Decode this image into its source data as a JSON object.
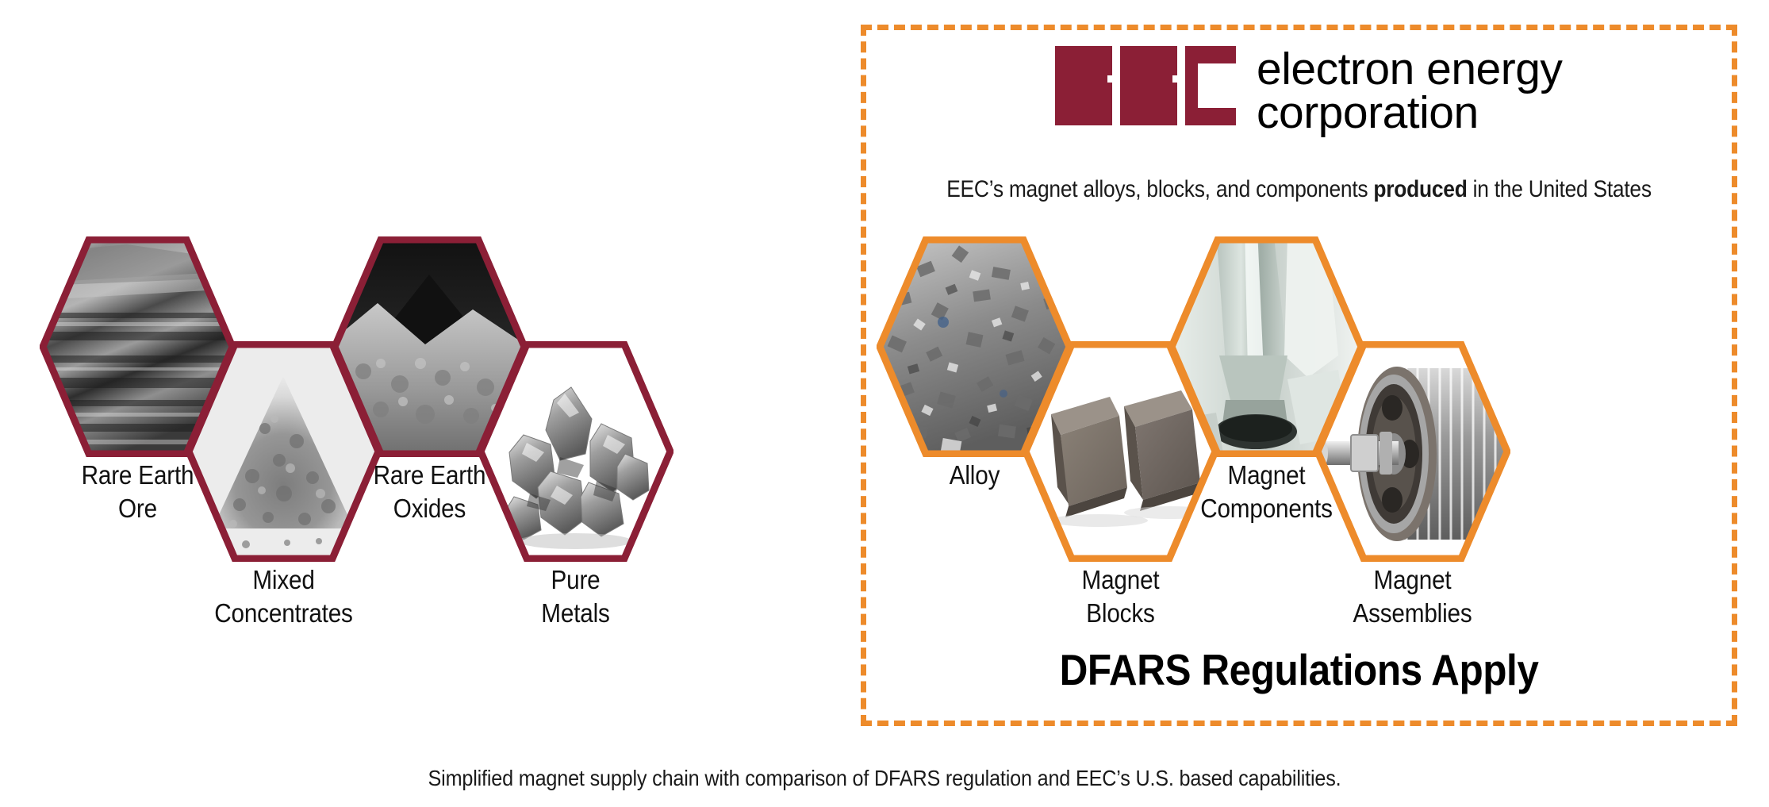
{
  "page": {
    "background": "#ffffff",
    "caption": "Simplified magnet supply chain with comparison of DFARS regulation and EEC’s U.S. based capabilities."
  },
  "colors": {
    "upstream_border": "#8B1F36",
    "eec_border": "#ED8B2B",
    "dashed_border": "#ED8B2B",
    "logo_mark": "#8B1F36",
    "text": "#1a1a1a"
  },
  "dfars_region": {
    "headline": "DFARS Regulations Apply",
    "tagline_pre": "EEC’s magnet alloys, blocks, and components ",
    "tagline_bold": "produced",
    "tagline_post": " in the United States"
  },
  "logo": {
    "mark_text": "EEC",
    "line1": "electron energy",
    "line2": "corporation"
  },
  "supply_chain": {
    "upstream": [
      {
        "label": "Rare Earth\nOre",
        "icon": "rare-earth-ore-photo"
      },
      {
        "label": "Mixed\nConcentrates",
        "icon": "mixed-concentrates-photo"
      },
      {
        "label": "Rare Earth\nOxides",
        "icon": "rare-earth-oxides-photo"
      },
      {
        "label": "Pure\nMetals",
        "icon": "pure-metals-photo"
      }
    ],
    "eec": [
      {
        "label": "Alloy",
        "icon": "alloy-photo"
      },
      {
        "label": "Magnet\nBlocks",
        "icon": "magnet-blocks-photo"
      },
      {
        "label": "Magnet\nComponents",
        "icon": "magnet-components-photo"
      },
      {
        "label": "Magnet\nAssemblies",
        "icon": "magnet-assemblies-photo"
      }
    ]
  }
}
